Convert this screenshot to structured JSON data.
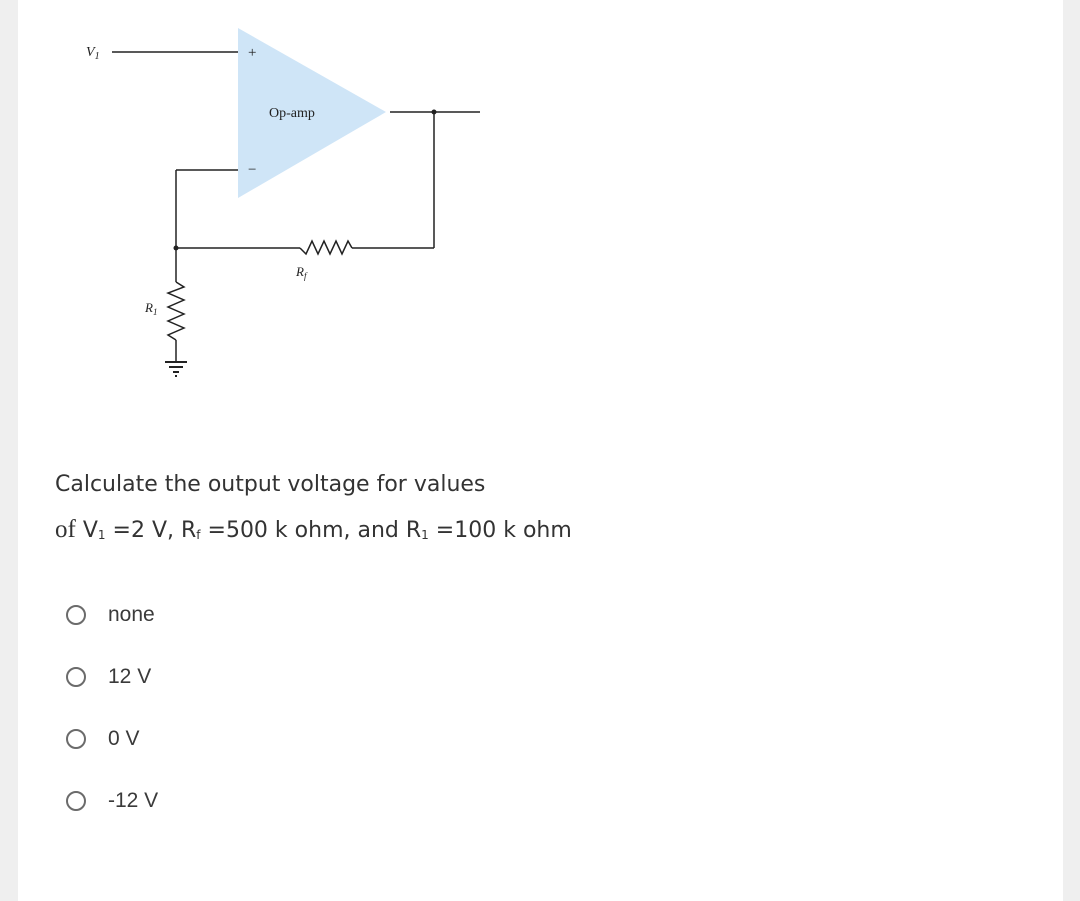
{
  "diagram": {
    "v1_label": "V",
    "v1_sub": "1",
    "plus_sign": "+",
    "minus_sign": "−",
    "opamp_label": "Op-amp",
    "rf_label": "R",
    "rf_sub": "f",
    "r1_label": "R",
    "r1_sub": "1",
    "opamp_fill": "#cfe5f7"
  },
  "question": {
    "line1": "Calculate the output voltage for values",
    "of": "of",
    "v1_text": "V",
    "v1_sub": "1",
    "v1_value": " =2 V, R",
    "rf_sub": "f",
    "rf_value": " =500 k ohm, and R",
    "r1_sub": "1",
    "r1_value": " =100 k ohm"
  },
  "options": [
    {
      "label": "none"
    },
    {
      "label": "12 V"
    },
    {
      "label": "0 V"
    },
    {
      "label": "-12 V"
    }
  ]
}
